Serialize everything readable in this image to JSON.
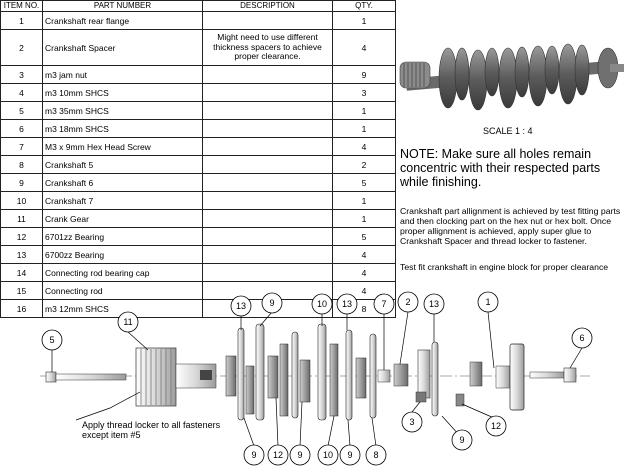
{
  "bom": {
    "headers": [
      "ITEM NO.",
      "PART NUMBER",
      "DESCRIPTION",
      "QTY."
    ],
    "rows": [
      {
        "item": "1",
        "part": "Crankshaft rear flange",
        "desc": "",
        "qty": "1"
      },
      {
        "item": "2",
        "part": "Crankshaft Spacer",
        "desc": "Might need to use different thickness spacers to achieve proper clearance.",
        "qty": "4"
      },
      {
        "item": "3",
        "part": "m3 jam nut",
        "desc": "",
        "qty": "9"
      },
      {
        "item": "4",
        "part": "m3 10mm SHCS",
        "desc": "",
        "qty": "3"
      },
      {
        "item": "5",
        "part": "m3 35mm SHCS",
        "desc": "",
        "qty": "1"
      },
      {
        "item": "6",
        "part": "m3 18mm SHCS",
        "desc": "",
        "qty": "1"
      },
      {
        "item": "7",
        "part": "M3 x 9mm Hex Head Screw",
        "desc": "",
        "qty": "4"
      },
      {
        "item": "8",
        "part": "Crankshaft 5",
        "desc": "",
        "qty": "2"
      },
      {
        "item": "9",
        "part": "Crankshaft 6",
        "desc": "",
        "qty": "5"
      },
      {
        "item": "10",
        "part": "Crankshaft 7",
        "desc": "",
        "qty": "1"
      },
      {
        "item": "11",
        "part": "Crank Gear",
        "desc": "",
        "qty": "1"
      },
      {
        "item": "12",
        "part": "6701zz Bearing",
        "desc": "",
        "qty": "5"
      },
      {
        "item": "13",
        "part": "6700zz Bearing",
        "desc": "",
        "qty": "4"
      },
      {
        "item": "14",
        "part": "Connecting rod bearing cap",
        "desc": "",
        "qty": "4"
      },
      {
        "item": "15",
        "part": "Connecting rod",
        "desc": "",
        "qty": "4"
      },
      {
        "item": "16",
        "part": "m3 12mm SHCS",
        "desc": "",
        "qty": "8"
      }
    ]
  },
  "iso_view": {
    "scale_label": "SCALE 1 : 4"
  },
  "notes": {
    "note1": "NOTE: Make sure all holes remain concentric with their respected parts while finishing.",
    "note2": "Crankshaft part allignment is achieved by test fitting parts and then clocking part on the hex nut or hex bolt.  Once proper allignment is achieved, apply super glue to Crankshaft Spacer and thread locker to fastener.",
    "note3": "Test fit crankshaft in engine block for proper clearance",
    "thread_locker": "Apply thread locker to all fasteners except item #5"
  },
  "balloons": {
    "b1": "1",
    "b2": "2",
    "b3": "3",
    "b5": "5",
    "b6": "6",
    "b7": "7",
    "b8": "8",
    "b9a": "9",
    "b9b": "9",
    "b9c": "9",
    "b9d": "9",
    "b10a": "10",
    "b10b": "10",
    "b11": "11",
    "b12a": "12",
    "b12b": "12",
    "b13a": "13",
    "b13b": "13",
    "b13c": "13"
  }
}
